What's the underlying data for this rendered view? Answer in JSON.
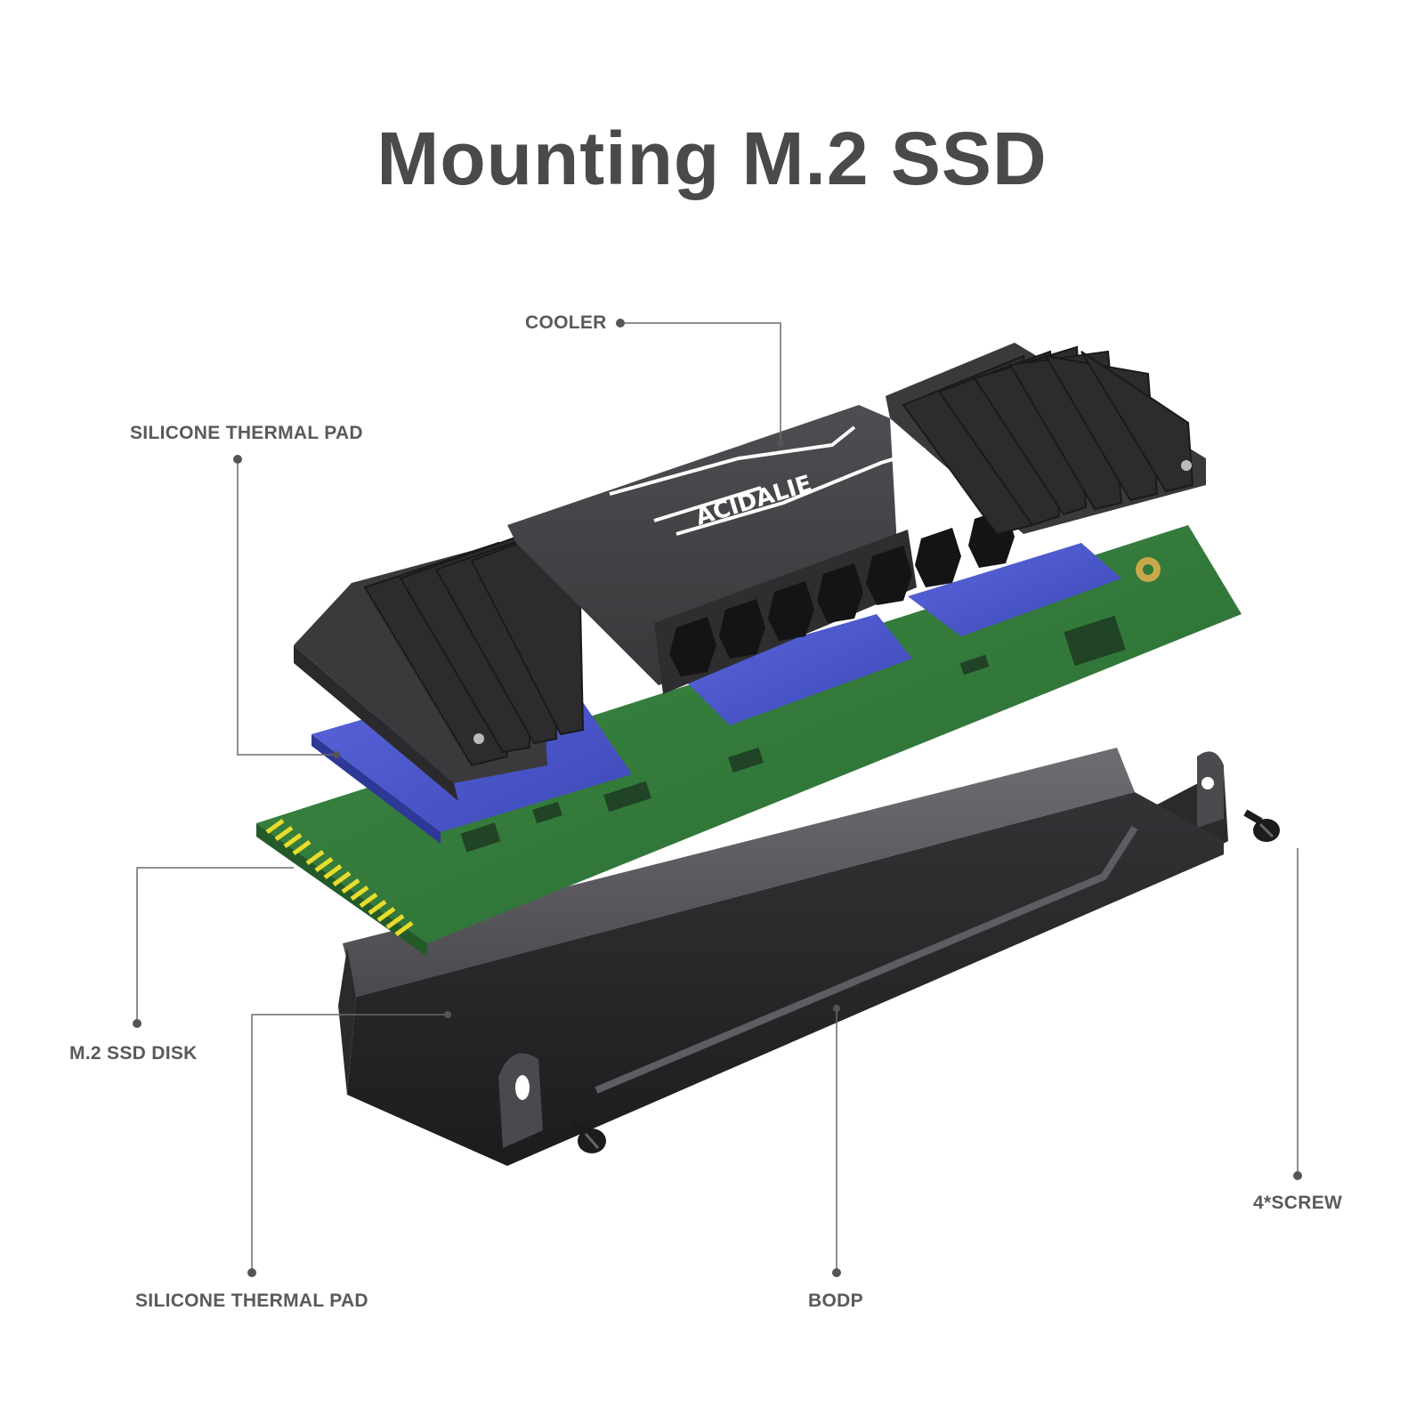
{
  "title": "Mounting M.2 SSD",
  "brand": "ACIDALIE",
  "labels": {
    "cooler": "COOLER",
    "pad_top": "SILICONE THERMAL PAD",
    "ssd": "M.2 SSD DISK",
    "pad_bottom": "SILICONE THERMAL PAD",
    "bodp": "BODP",
    "screw": "4*SCREW"
  },
  "colors": {
    "text": "#5a5a5a",
    "title": "#4a4a4a",
    "leader": "#6b6b6b",
    "metal": "#3c3c3e",
    "metal_light": "#5c5c60",
    "pcb": "#2f7a3a",
    "pad": "#4a56c8",
    "gold": "#e8dc2c"
  }
}
